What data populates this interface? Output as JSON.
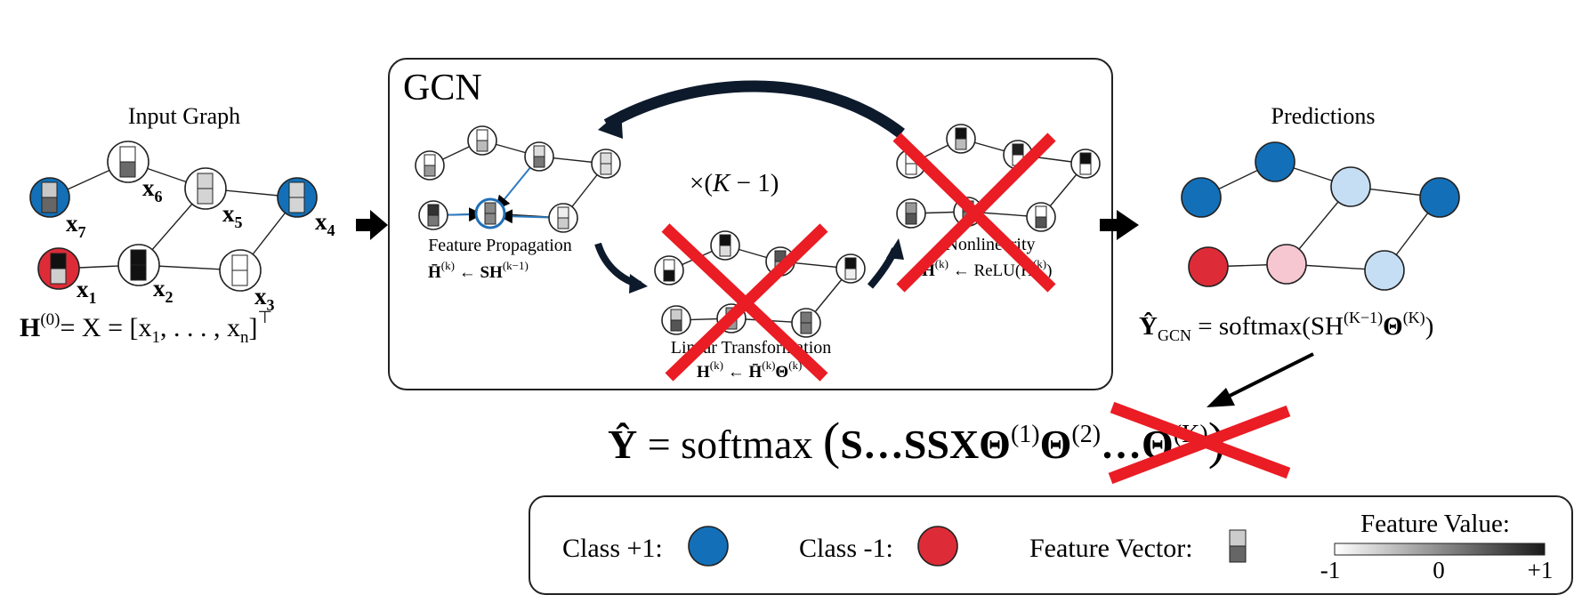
{
  "colors": {
    "class_pos": "#1370b8",
    "class_neg": "#dd2c38",
    "light_pos": "#c5def4",
    "light_neg": "#f6c7d0",
    "cross": "#ea1c24"
  },
  "input_graph": {
    "title": "Input Graph",
    "labels": {
      "x1": "x",
      "x2": "x",
      "x3": "x",
      "x4": "x",
      "x5": "x",
      "x6": "x",
      "x7": "x",
      "s1": "1",
      "s2": "2",
      "s3": "3",
      "s4": "4",
      "s5": "5",
      "s6": "6",
      "s7": "7"
    },
    "formula": {
      "H": "H",
      "sup0": "(0)",
      "eq": "= X = [x",
      "sub1": "1",
      "mid": ", . . . , x",
      "subn": "n",
      "close": "]",
      "top": "⊤"
    }
  },
  "gcn": {
    "title": "GCN",
    "repeat": {
      "times": "×(",
      "K": "K",
      "minus": " − 1)"
    },
    "feature_propagation": {
      "label": "Feature Propagation",
      "lhs": "H̄",
      "sup_k": "(k)",
      "arrow": " ← SH",
      "sup_km1": "(k−1)"
    },
    "linear_transformation": {
      "label": "Linear Transformation",
      "lhs": "H",
      "sup_k": "(k)",
      "arrow": " ← H̄",
      "sup_k2": "(k)",
      "theta": "Θ",
      "sup_k3": "(k)"
    },
    "nonlinearity": {
      "label": "Nonlinearity",
      "lhs": "H",
      "sup_k": "(k)",
      "arrow": " ← ReLU(H̄",
      "sup_k2": "(k)",
      "close": ")"
    }
  },
  "predictions": {
    "title": "Predictions",
    "formula": {
      "Y": "Ŷ",
      "sub": "GCN",
      "eq": " = softmax(SH",
      "sup1": "(K−1)",
      "theta": "Θ",
      "sup2": "(K)",
      "close": ")"
    }
  },
  "sgc_formula": {
    "Y": "Ŷ",
    "eq": " = softmax ",
    "lparen": "(",
    "body": "S…SSXΘ",
    "sup1": "(1)",
    "theta2": "Θ",
    "sup2": "(2)",
    "dots": "…Θ",
    "supK": "(K)",
    "rparen": ")"
  },
  "legend": {
    "class_pos": "Class +1:",
    "class_neg": "Class -1:",
    "feature_vector": "Feature Vector:",
    "feature_value": "Feature Value:",
    "ticks": [
      "-1",
      "0",
      "+1"
    ]
  }
}
